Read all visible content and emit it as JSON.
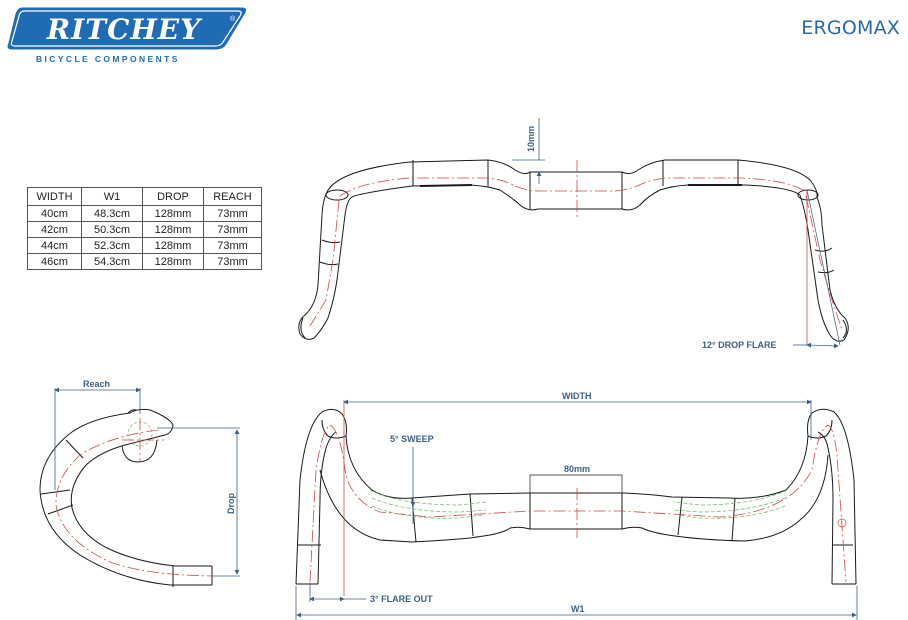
{
  "header": {
    "brand": "RITCHEY",
    "brand_registered": "®",
    "brand_tagline": "BICYCLE COMPONENTS",
    "product_name": "ERGOMAX"
  },
  "colors": {
    "brand_blue": "#1f6cb5",
    "dimension_blue": "#3b5f86",
    "outline": "#1a1a1a",
    "centerline_red": "#d04a4a",
    "hand_position_green": "#5cb85c"
  },
  "spec_table": {
    "headers": [
      "WIDTH",
      "W1",
      "DROP",
      "REACH"
    ],
    "rows": [
      [
        "40cm",
        "48.3cm",
        "128mm",
        "73mm"
      ],
      [
        "42cm",
        "50.3cm",
        "128mm",
        "73mm"
      ],
      [
        "44cm",
        "52.3cm",
        "128mm",
        "73mm"
      ],
      [
        "46cm",
        "54.3cm",
        "128mm",
        "73mm"
      ]
    ]
  },
  "front_view": {
    "rise_label": "10mm",
    "drop_flare_label": "12° DROP FLARE"
  },
  "side_view": {
    "reach_label": "Reach",
    "drop_label": "Drop"
  },
  "top_view": {
    "width_label": "WIDTH",
    "sweep_label": "5° SWEEP",
    "clamp_label": "80mm",
    "flare_out_label": "3° FLARE OUT",
    "w1_label": "W1"
  }
}
